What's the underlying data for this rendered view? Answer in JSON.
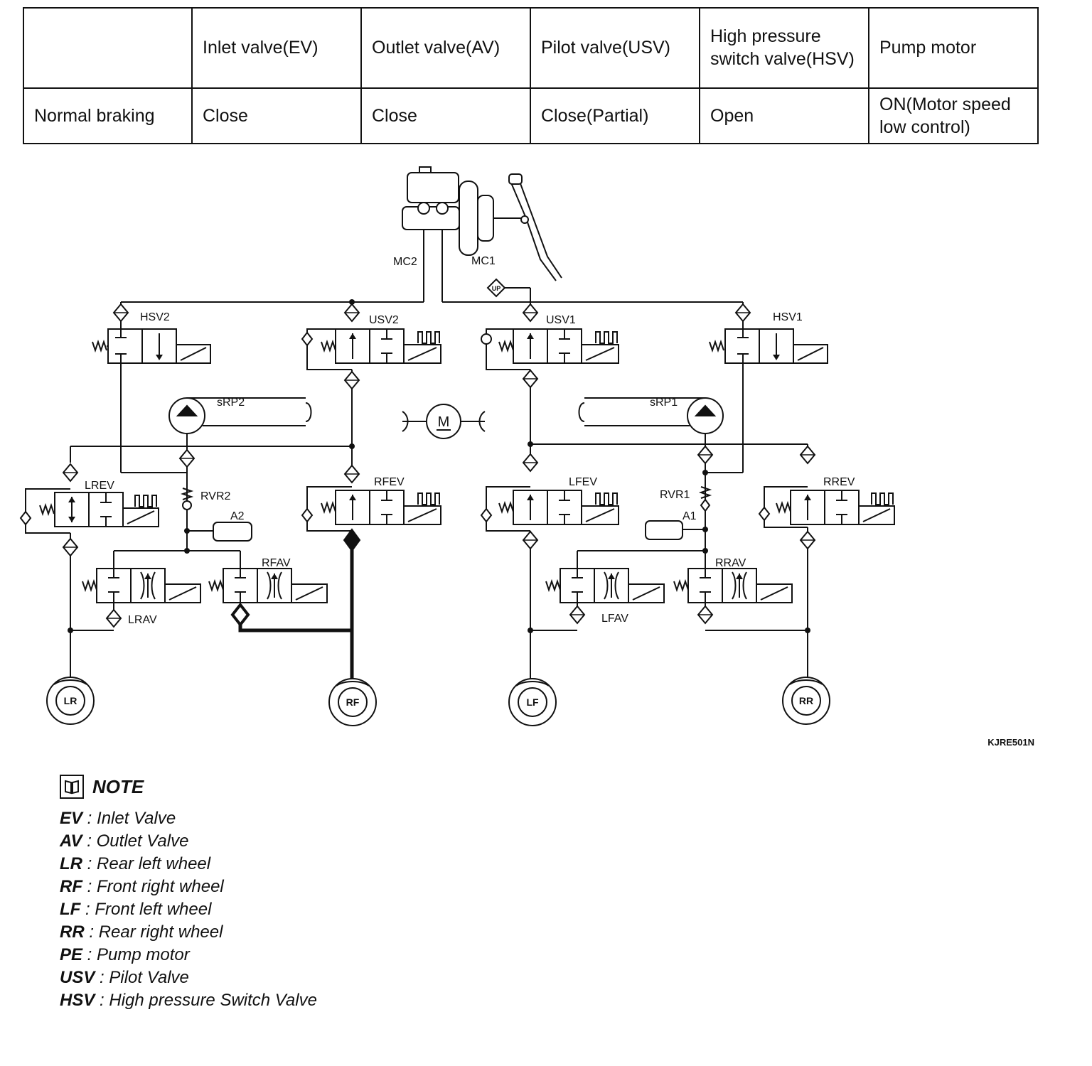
{
  "table": {
    "headers": [
      "",
      "Inlet valve(EV)",
      "Outlet valve(AV)",
      "Pilot valve(USV)",
      "High pressure switch valve(HSV)",
      "Pump motor"
    ],
    "rows": [
      [
        "Normal braking",
        "Close",
        "Close",
        "Close(Partial)",
        "Open",
        "ON(Motor speed low control)"
      ]
    ]
  },
  "diagram": {
    "master_cylinder_labels": [
      "MC2",
      "MC1"
    ],
    "valve_labels": {
      "hsv2": "HSV2",
      "usv2": "USV2",
      "usv1": "USV1",
      "hsv1": "HSV1",
      "lrev": "LREV",
      "rfev": "RFEV",
      "lfev": "LFEV",
      "rrev": "RREV",
      "lrav": "LRAV",
      "rfav": "RFAV",
      "lfav": "LFAV",
      "rrav": "RRAV"
    },
    "pump_labels": {
      "srp2": "sRP2",
      "srp1": "sRP1",
      "motor": "M"
    },
    "relief_labels": {
      "rvr2": "RVR2",
      "rvr1": "RVR1"
    },
    "accumulator_labels": {
      "a2": "A2",
      "a1": "A1"
    },
    "pressure_sensor": "UP",
    "wheels": [
      "LR",
      "RF",
      "LF",
      "RR"
    ],
    "figure_code": "KJRE501N"
  },
  "note": {
    "title": "NOTE",
    "items": [
      {
        "term": "EV",
        "desc": "Inlet Valve"
      },
      {
        "term": "AV",
        "desc": "Outlet Valve"
      },
      {
        "term": "LR",
        "desc": "Rear left wheel"
      },
      {
        "term": "RF",
        "desc": "Front right wheel"
      },
      {
        "term": "LF",
        "desc": "Front left wheel"
      },
      {
        "term": "RR",
        "desc": "Rear right wheel"
      },
      {
        "term": "PE",
        "desc": "Pump motor"
      },
      {
        "term": "USV",
        "desc": "Pilot Valve"
      },
      {
        "term": "HSV",
        "desc": "High pressure Switch Valve"
      }
    ]
  }
}
